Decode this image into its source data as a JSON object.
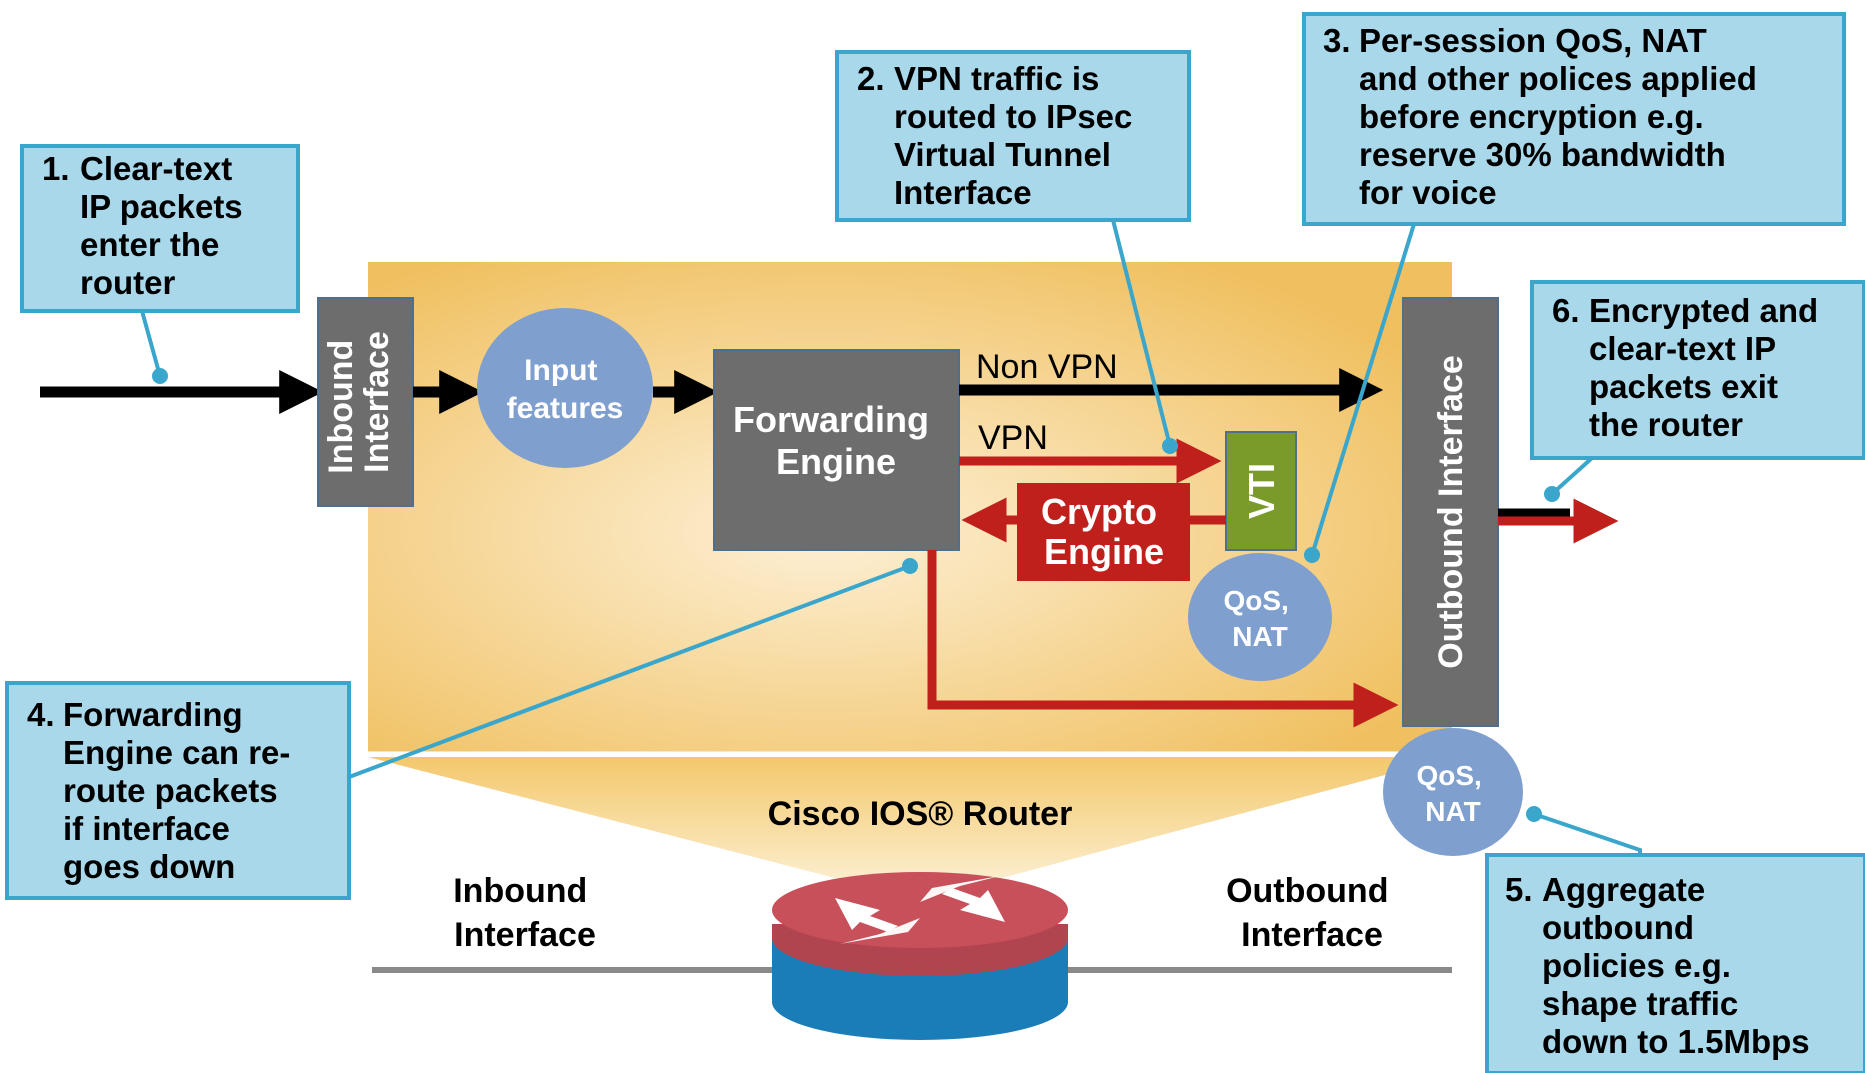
{
  "callouts": [
    {
      "num": "1.",
      "lines": [
        "Clear-text",
        "IP packets",
        "enter the",
        "router"
      ]
    },
    {
      "num": "2.",
      "lines": [
        "VPN traffic is",
        "routed to IPsec",
        "Virtual Tunnel",
        "Interface"
      ]
    },
    {
      "num": "3.",
      "lines": [
        "Per-session QoS, NAT",
        "and other polices applied",
        "before encryption e.g.",
        "reserve 30% bandwidth",
        "for voice"
      ]
    },
    {
      "num": "4.",
      "lines": [
        "Forwarding",
        "Engine can re-",
        "route packets",
        "if interface",
        "goes down"
      ]
    },
    {
      "num": "5.",
      "lines": [
        "Aggregate",
        "outbound",
        "policies e.g.",
        "shape traffic",
        "down to 1.5Mbps"
      ]
    },
    {
      "num": "6.",
      "lines": [
        "Encrypted and",
        "clear-text IP",
        "packets exit",
        "the router"
      ]
    }
  ],
  "router": {
    "inbound_interface": [
      "Inbound",
      "Interface"
    ],
    "input_features": [
      "Input",
      "features"
    ],
    "forwarding_engine": [
      "Forwarding",
      "Engine"
    ],
    "non_vpn_label": "Non VPN",
    "vpn_label": "VPN",
    "vti_label": "VTI",
    "crypto_engine": [
      "Crypto",
      "Engine"
    ],
    "qos_nat_session": [
      "QoS,",
      "NAT"
    ],
    "outbound_interface": "Outbound Interface",
    "qos_nat_aggregate": [
      "QoS,",
      "NAT"
    ]
  },
  "bottom": {
    "router_caption": "Cisco IOS® Router",
    "inbound_label": [
      "Inbound",
      "Interface"
    ],
    "outbound_label": [
      "Outbound",
      "Interface"
    ]
  },
  "colors": {
    "callout_fill": "#a8d8ea",
    "callout_border": "#3aa6cc",
    "router_panel": "#f0c060",
    "interface_box": "#6d6d6d",
    "circle": "#7f9fcf",
    "vpn_red": "#c0201c",
    "vti_green": "#7a9a2a",
    "router_top": "#c8505a",
    "router_side": "#1a7db8"
  }
}
